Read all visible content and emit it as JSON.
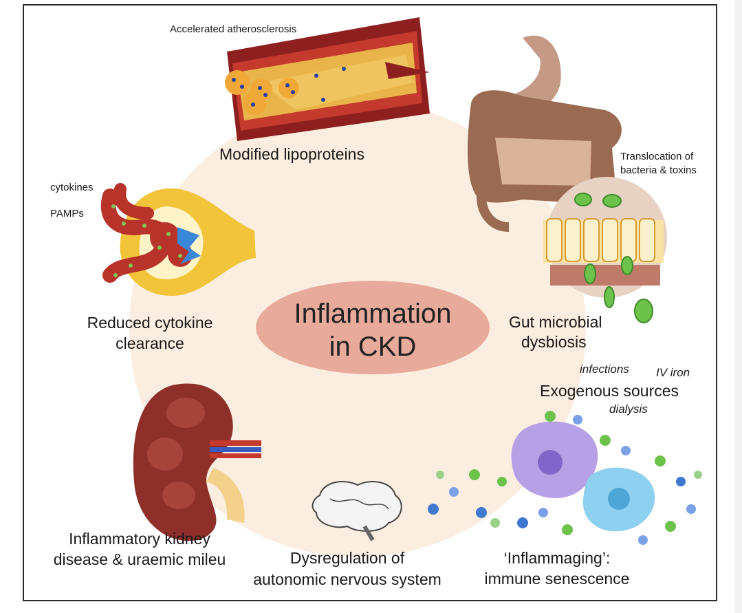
{
  "title": "Inflammation in CKD",
  "labels": {
    "accelerated": "Accelerated atherosclerosis",
    "modified_lipoproteins": "Modified lipoproteins",
    "translocation": [
      "Translocation of",
      "bacteria & toxins"
    ],
    "gut": [
      "Gut microbial",
      "dysbiosis"
    ],
    "cytokines": "cytokines",
    "pamps": "PAMPs",
    "reduced_clearance": [
      "Reduced cytokine",
      "clearance"
    ],
    "infections": "infections",
    "iv_iron": "IV iron",
    "exogenous": "Exogenous sources",
    "dialysis": "dialysis",
    "kidney": [
      "Inflammatory kidney",
      "disease & uraemic mileu"
    ],
    "autonomic": [
      "Dysregulation of",
      "autonomic nervous system"
    ],
    "inflammaging": [
      "‘Inflammaging’:",
      "immune senescence"
    ]
  },
  "colors": {
    "circle": "#fbeee0",
    "ellipse": "#e8aa9a",
    "artery": "#b8332a",
    "plaque": "#f0a838",
    "gut": "#9b6a52",
    "kidney": "#8e2f2a",
    "glomerulus_cup": "#f2c43a",
    "bacteria": "#6cc24a",
    "immune_purple": "#b7a1e6",
    "immune_blue": "#8ed0f0"
  }
}
